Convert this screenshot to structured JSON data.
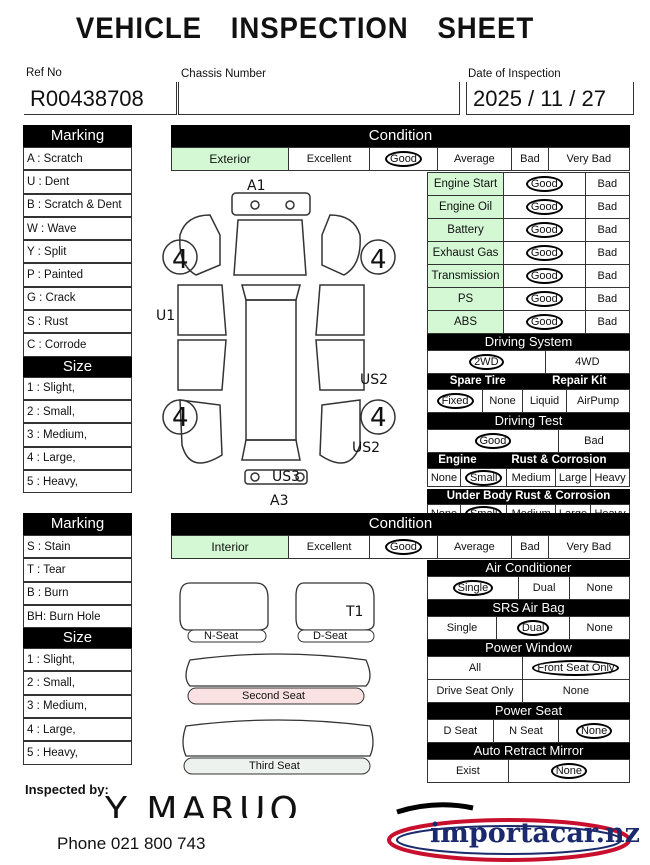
{
  "title": "VEHICLE   INSPECTION   SHEET",
  "ref": {
    "label": "Ref No",
    "value": "R00438708"
  },
  "chassis": {
    "label": "Chassis Number",
    "value": ""
  },
  "date": {
    "label": "Date of Inspection",
    "value": "2025 / 11 / 27"
  },
  "marking1": {
    "title": "Marking",
    "items": [
      "A : Scratch",
      "U : Dent",
      "B : Scratch & Dent",
      "W : Wave",
      "Y : Split",
      "P : Painted",
      "G : Crack",
      "S : Rust",
      "C : Corrode"
    ]
  },
  "size1": {
    "title": "Size",
    "items": [
      "1 : Slight,",
      "2 : Small,",
      "3 : Medium,",
      "4 : Large,",
      "5 : Heavy,"
    ]
  },
  "condition_title": "Condition",
  "exterior": {
    "label": "Exterior",
    "options": [
      "Excellent",
      "Good",
      "Average",
      "Bad",
      "Very Bad"
    ]
  },
  "checks": [
    {
      "label": "Engine Start",
      "good": "Good",
      "bad": "Bad"
    },
    {
      "label": "Engine Oil",
      "good": "Good",
      "bad": "Bad"
    },
    {
      "label": "Battery",
      "good": "Good",
      "bad": "Bad"
    },
    {
      "label": "Exhaust Gas",
      "good": "Good",
      "bad": "Bad"
    },
    {
      "label": "Transmission",
      "good": "Good",
      "bad": "Bad"
    },
    {
      "label": "PS",
      "good": "Good",
      "bad": "Bad"
    },
    {
      "label": "ABS",
      "good": "Good",
      "bad": "Bad"
    }
  ],
  "driving_system": {
    "title": "Driving System",
    "options": [
      "2WD",
      "4WD"
    ]
  },
  "spare_tire": {
    "title": "Spare Tire",
    "options": [
      "Fixed",
      "None"
    ]
  },
  "repair_kit": {
    "title": "Repair Kit",
    "options": [
      "Liquid",
      "AirPump"
    ]
  },
  "driving_test": {
    "title": "Driving Test",
    "options": [
      "Good",
      "Bad"
    ]
  },
  "engine_rust": {
    "title1": "Engine",
    "title2": "Rust & Corrosion",
    "options": [
      "None",
      "Small",
      "Medium",
      "Large",
      "Heavy"
    ]
  },
  "underbody": {
    "title": "Under Body Rust & Corrosion",
    "options": [
      "None",
      "Small",
      "Medium",
      "Large",
      "Heavy"
    ]
  },
  "diagram_marks": {
    "a1": "A1",
    "u1": "U1",
    "us2a": "US2",
    "us2b": "US2",
    "us3": "US3",
    "a3": "A3",
    "four": "4"
  },
  "marking2": {
    "title": "Marking",
    "items": [
      "S : Stain",
      "T : Tear",
      "B : Burn",
      "BH: Burn Hole"
    ]
  },
  "size2": {
    "title": "Size",
    "items": [
      "1 : Slight,",
      "2 : Small,",
      "3 : Medium,",
      "4 : Large,",
      "5 : Heavy,"
    ]
  },
  "interior": {
    "label": "Interior",
    "options": [
      "Excellent",
      "Good",
      "Average",
      "Bad",
      "Very Bad"
    ]
  },
  "air_con": {
    "title": "Air Conditioner",
    "options": [
      "Single",
      "Dual",
      "None"
    ]
  },
  "srs": {
    "title": "SRS Air Bag",
    "options": [
      "Single",
      "Dual",
      "None"
    ]
  },
  "power_window": {
    "title": "Power Window",
    "row1": [
      "All",
      "Front Seat Only"
    ],
    "row2": [
      "Drive Seat Only",
      "None"
    ]
  },
  "power_seat": {
    "title": "Power Seat",
    "options": [
      "D Seat",
      "N Seat",
      "None"
    ]
  },
  "mirror": {
    "title": "Auto Retract Mirror",
    "options": [
      "Exist",
      "None"
    ]
  },
  "seats": {
    "n": "N-Seat",
    "d": "D-Seat",
    "second": "Second  Seat",
    "third": "Third  Seat",
    "t1": "T1"
  },
  "inspected_by": "Inspected by:",
  "signature": "Y MARUO",
  "phone": "Phone  021 800 743",
  "brand": "importacar.nz",
  "brand_color": "#c8102e"
}
